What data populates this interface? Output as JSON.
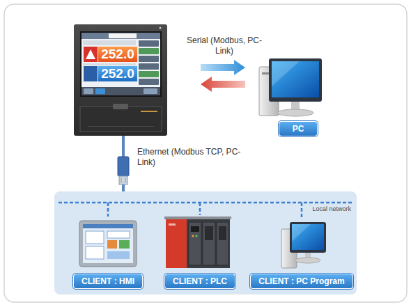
{
  "diagram": {
    "nodes": [
      {
        "text": [
          "252.0",
          "252.0"
        ]
      },
      {
        "text": [
          "PC"
        ]
      },
      {
        "text": [
          "Local network"
        ]
      },
      {
        "text": [
          "CLIENT : HMI"
        ],
        "in": 2
      },
      {
        "text": [
          "CLIENT : PLC"
        ],
        "in": 2
      },
      {
        "text": [
          "CLIENT : PC Program"
        ],
        "in": 2
      }
    ],
    "edges": [
      {
        "from": 0,
        "to": 1,
        "arrow": "both",
        "label": "Serial (Modbus, PC-Link)"
      },
      {
        "from": 0,
        "to": 2,
        "arrow": "none",
        "label": "Ethernet (Modbus TCP, PC-Link)"
      }
    ]
  }
}
